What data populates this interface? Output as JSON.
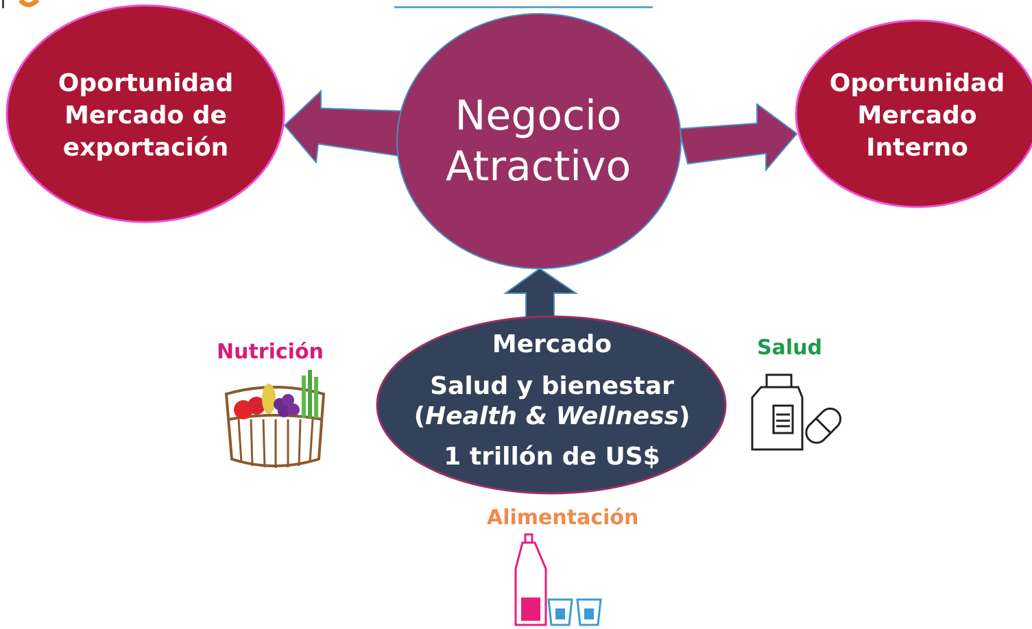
{
  "nodes": {
    "left": {
      "lines": [
        "Oportunidad",
        "Mercado de",
        "exportación"
      ]
    },
    "center": {
      "lines": [
        "Negocio",
        "Atractivo"
      ]
    },
    "right": {
      "lines": [
        "Oportunidad",
        "Mercado",
        "Interno"
      ]
    },
    "market": {
      "line1": "Mercado",
      "line2": "Salud y bienestar",
      "line3_open": "(",
      "line3_italic": "Health & Wellness",
      "line3_close": ")",
      "line4": "1 trillón de US$"
    }
  },
  "categories": {
    "nutricion": "Nutrición",
    "salud": "Salud",
    "alimentacion": "Alimentación"
  },
  "colors": {
    "crimson": "#ab1634",
    "plum": "#983063",
    "navy": "#34415a",
    "outline_pink": "#ee4fd3",
    "outline_blue": "#5fa7cc"
  }
}
